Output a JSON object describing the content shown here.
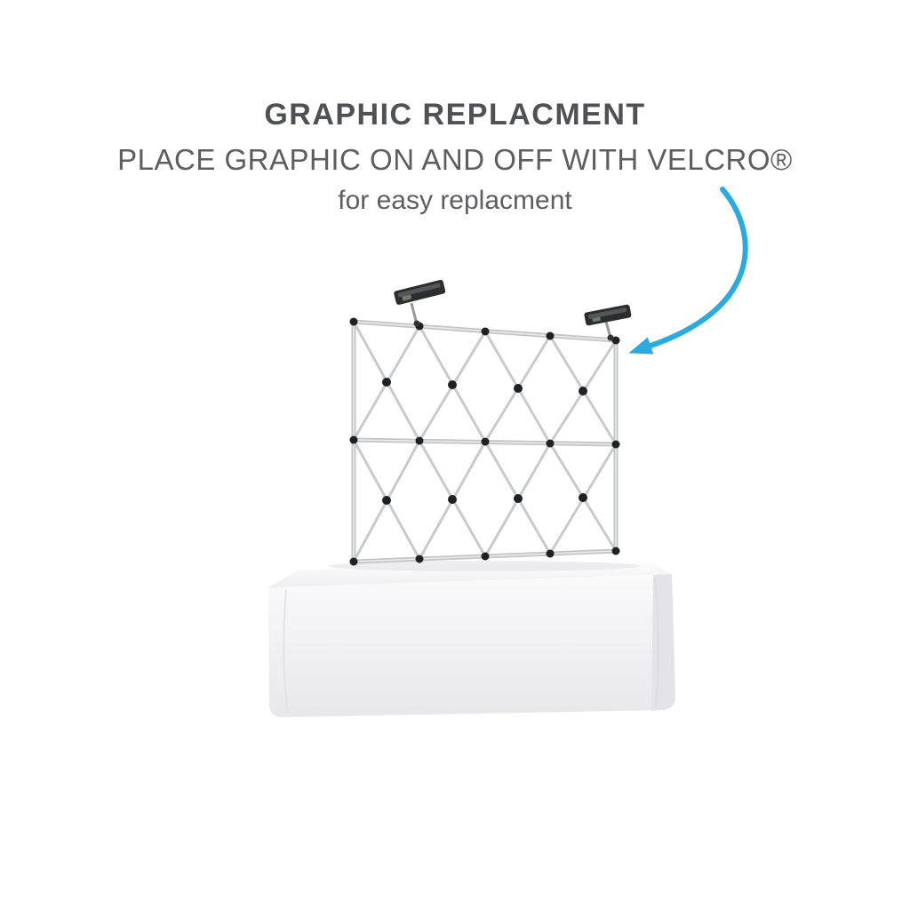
{
  "annotation": {
    "title": "GRAPHIC REPLACMENT",
    "subtitle": "PLACE GRAPHIC ON AND OFF  WITH VELCRO®",
    "note": "for easy replacment",
    "arrow_color": "#29abe2",
    "title_color": "#505156",
    "body_color": "#5d5e62"
  },
  "illustration": {
    "description": "Tabletop pop-up lattice display frame with two spotlights, standing on a table covered by a white tablecloth",
    "frame_color": "#c2c4c6",
    "frame_highlight_color": "#ebecee",
    "hub_color": "#202124",
    "light_body_color": "#2c2d2f",
    "tablecloth_color": "#f5f5f7"
  }
}
